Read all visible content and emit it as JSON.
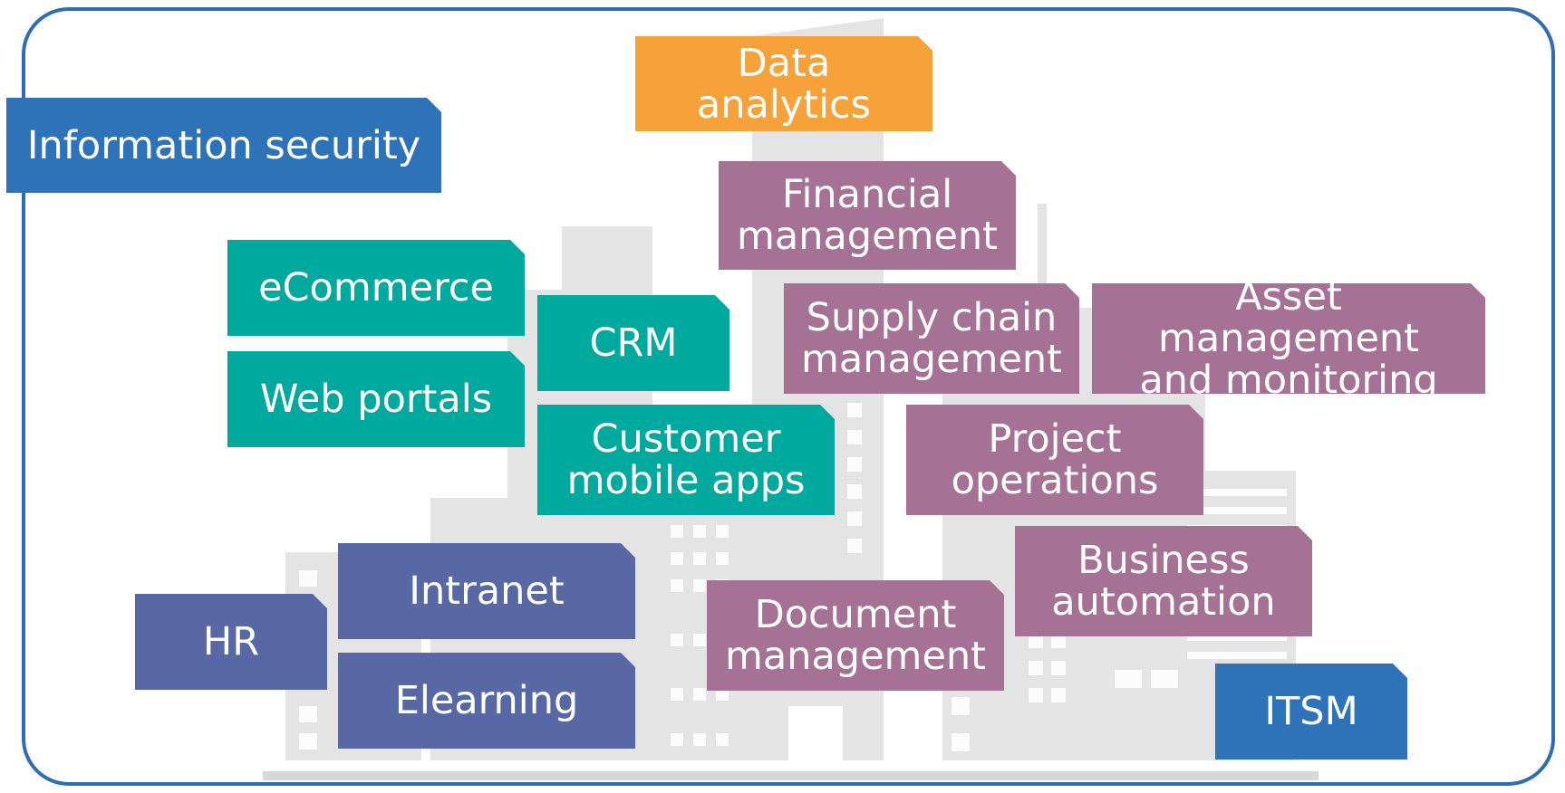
{
  "colors": {
    "frame": "#2e6db4",
    "teal": "#00a99d",
    "purple": "#a57295",
    "indigo": "#5768a4",
    "blue": "#2e73b8",
    "orange": "#f7a13b",
    "building": "#e2e2e2"
  },
  "labels": {
    "data_analytics": "Data analytics",
    "information_security": "Information security",
    "financial_management": "Financial\nmanagement",
    "ecommerce": "eCommerce",
    "crm": "CRM",
    "web_portals": "Web portals",
    "supply_chain": "Supply chain\nmanagement",
    "asset_management": "Asset management\nand monitoring",
    "customer_mobile_apps": "Customer\nmobile apps",
    "project_operations": "Project\noperations",
    "business_automation": "Business\nautomation",
    "intranet": "Intranet",
    "hr": "HR",
    "document_management": "Document\nmanagement",
    "elearning": "Elearning",
    "itsm": "ITSM"
  }
}
